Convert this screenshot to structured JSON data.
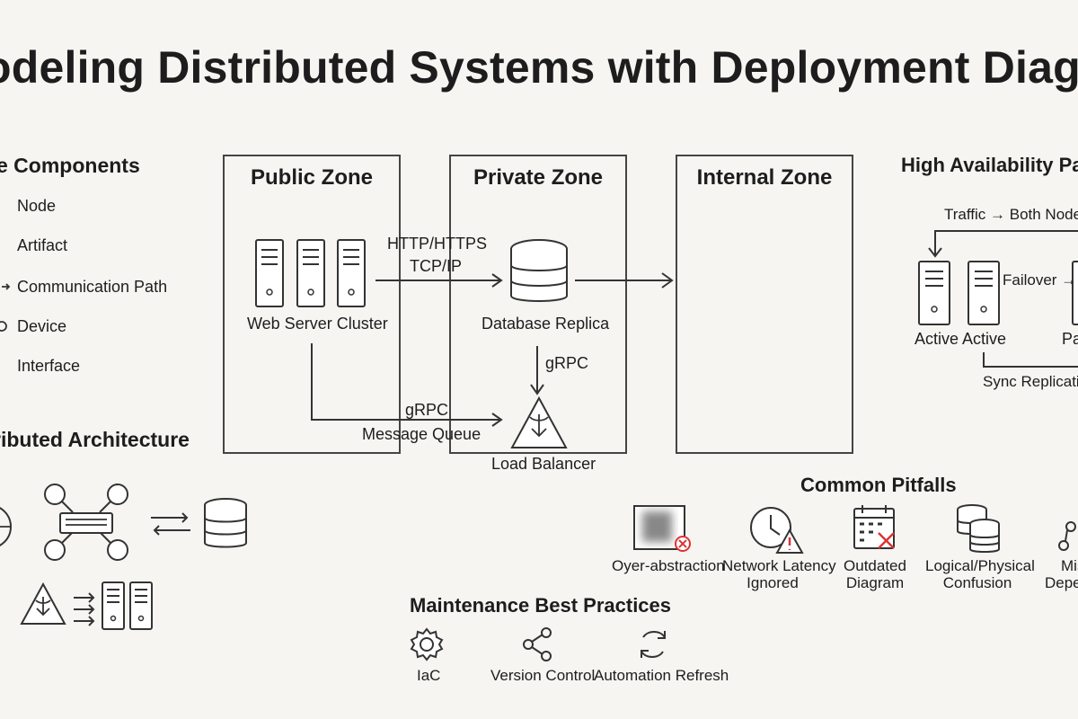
{
  "title": "odeling Distributed Systems with Deployment Diagram",
  "components": {
    "title": "e Components",
    "items": [
      {
        "label": "Node",
        "icon": "node-icon"
      },
      {
        "label": "Artifact",
        "icon": "artifact-icon"
      },
      {
        "label": "Communication Path",
        "icon": "arrow-icon"
      },
      {
        "label": "Device",
        "icon": "device-icon"
      },
      {
        "label": "Interface",
        "icon": "interface-icon"
      }
    ]
  },
  "distributed": {
    "title": "ributed Architecture"
  },
  "zones": {
    "public": "Public Zone",
    "private": "Private Zone",
    "internal": "Internal Zone"
  },
  "diagram": {
    "web_server_cluster": "Web Server Cluster",
    "database_replica": "Database Replica",
    "load_balancer": "Load Balancer",
    "http_https": "HTTP/HTTPS",
    "tcp_ip": "TCP/IP",
    "grpc_top": "gRPC",
    "grpc_bottom": "gRPC",
    "message_queue": "Message Queue"
  },
  "high_availability": {
    "title": "High Availability Pa",
    "traffic": "Traffic → Both Nodes",
    "failover": "Failover →",
    "active_1": "Active",
    "active_2": "Active",
    "passive": "Pa",
    "sync": "Sync Replicatio"
  },
  "pitfalls": {
    "title": "Common Pitfalls",
    "items": [
      {
        "label": "Oyer-abstraction",
        "icon": "blurred-warning-icon"
      },
      {
        "label_1": "Network Latency",
        "label_2": "Ignored",
        "icon": "clock-warning-icon"
      },
      {
        "label_1": "Outdated",
        "label_2": "Diagram",
        "icon": "calendar-x-icon"
      },
      {
        "label_1": "Logical/Physical",
        "label_2": "Confusion",
        "icon": "database-stack-icon"
      },
      {
        "label_1": "Mis",
        "label_2": "Depen",
        "icon": "link-icon"
      }
    ]
  },
  "maintenance": {
    "title": "Maintenance Best Practices",
    "items": [
      {
        "label": "IaC",
        "icon": "gear-icon"
      },
      {
        "label": "Version Control",
        "icon": "share-icon"
      },
      {
        "label": "Automation Refresh",
        "icon": "refresh-icon"
      }
    ]
  }
}
